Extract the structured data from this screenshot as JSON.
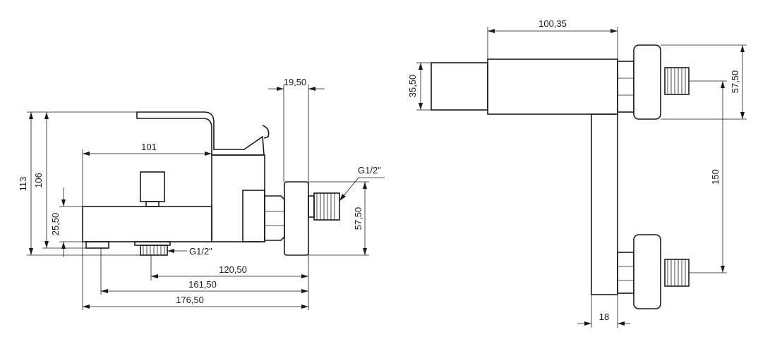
{
  "labels": {
    "front_width_101": "101",
    "front_thread_top": "G1/2\"",
    "front_thread_bottom": "G1/2\"",
    "front_offset_19_50": "19,50",
    "front_height_113": "113",
    "front_height_106": "106",
    "front_height_25_50": "25,50",
    "front_height_57_50": "57,50",
    "front_len_120_50": "120,50",
    "front_len_161_50": "161,50",
    "front_len_176_50": "176,50",
    "side_width_100_35": "100,35",
    "side_height_35_50": "35,50",
    "side_height_57_50": "57,50",
    "side_spacing_150": "150",
    "side_width_18": "18"
  },
  "colors": {
    "line": "#1a1a1a",
    "background": "#ffffff"
  }
}
